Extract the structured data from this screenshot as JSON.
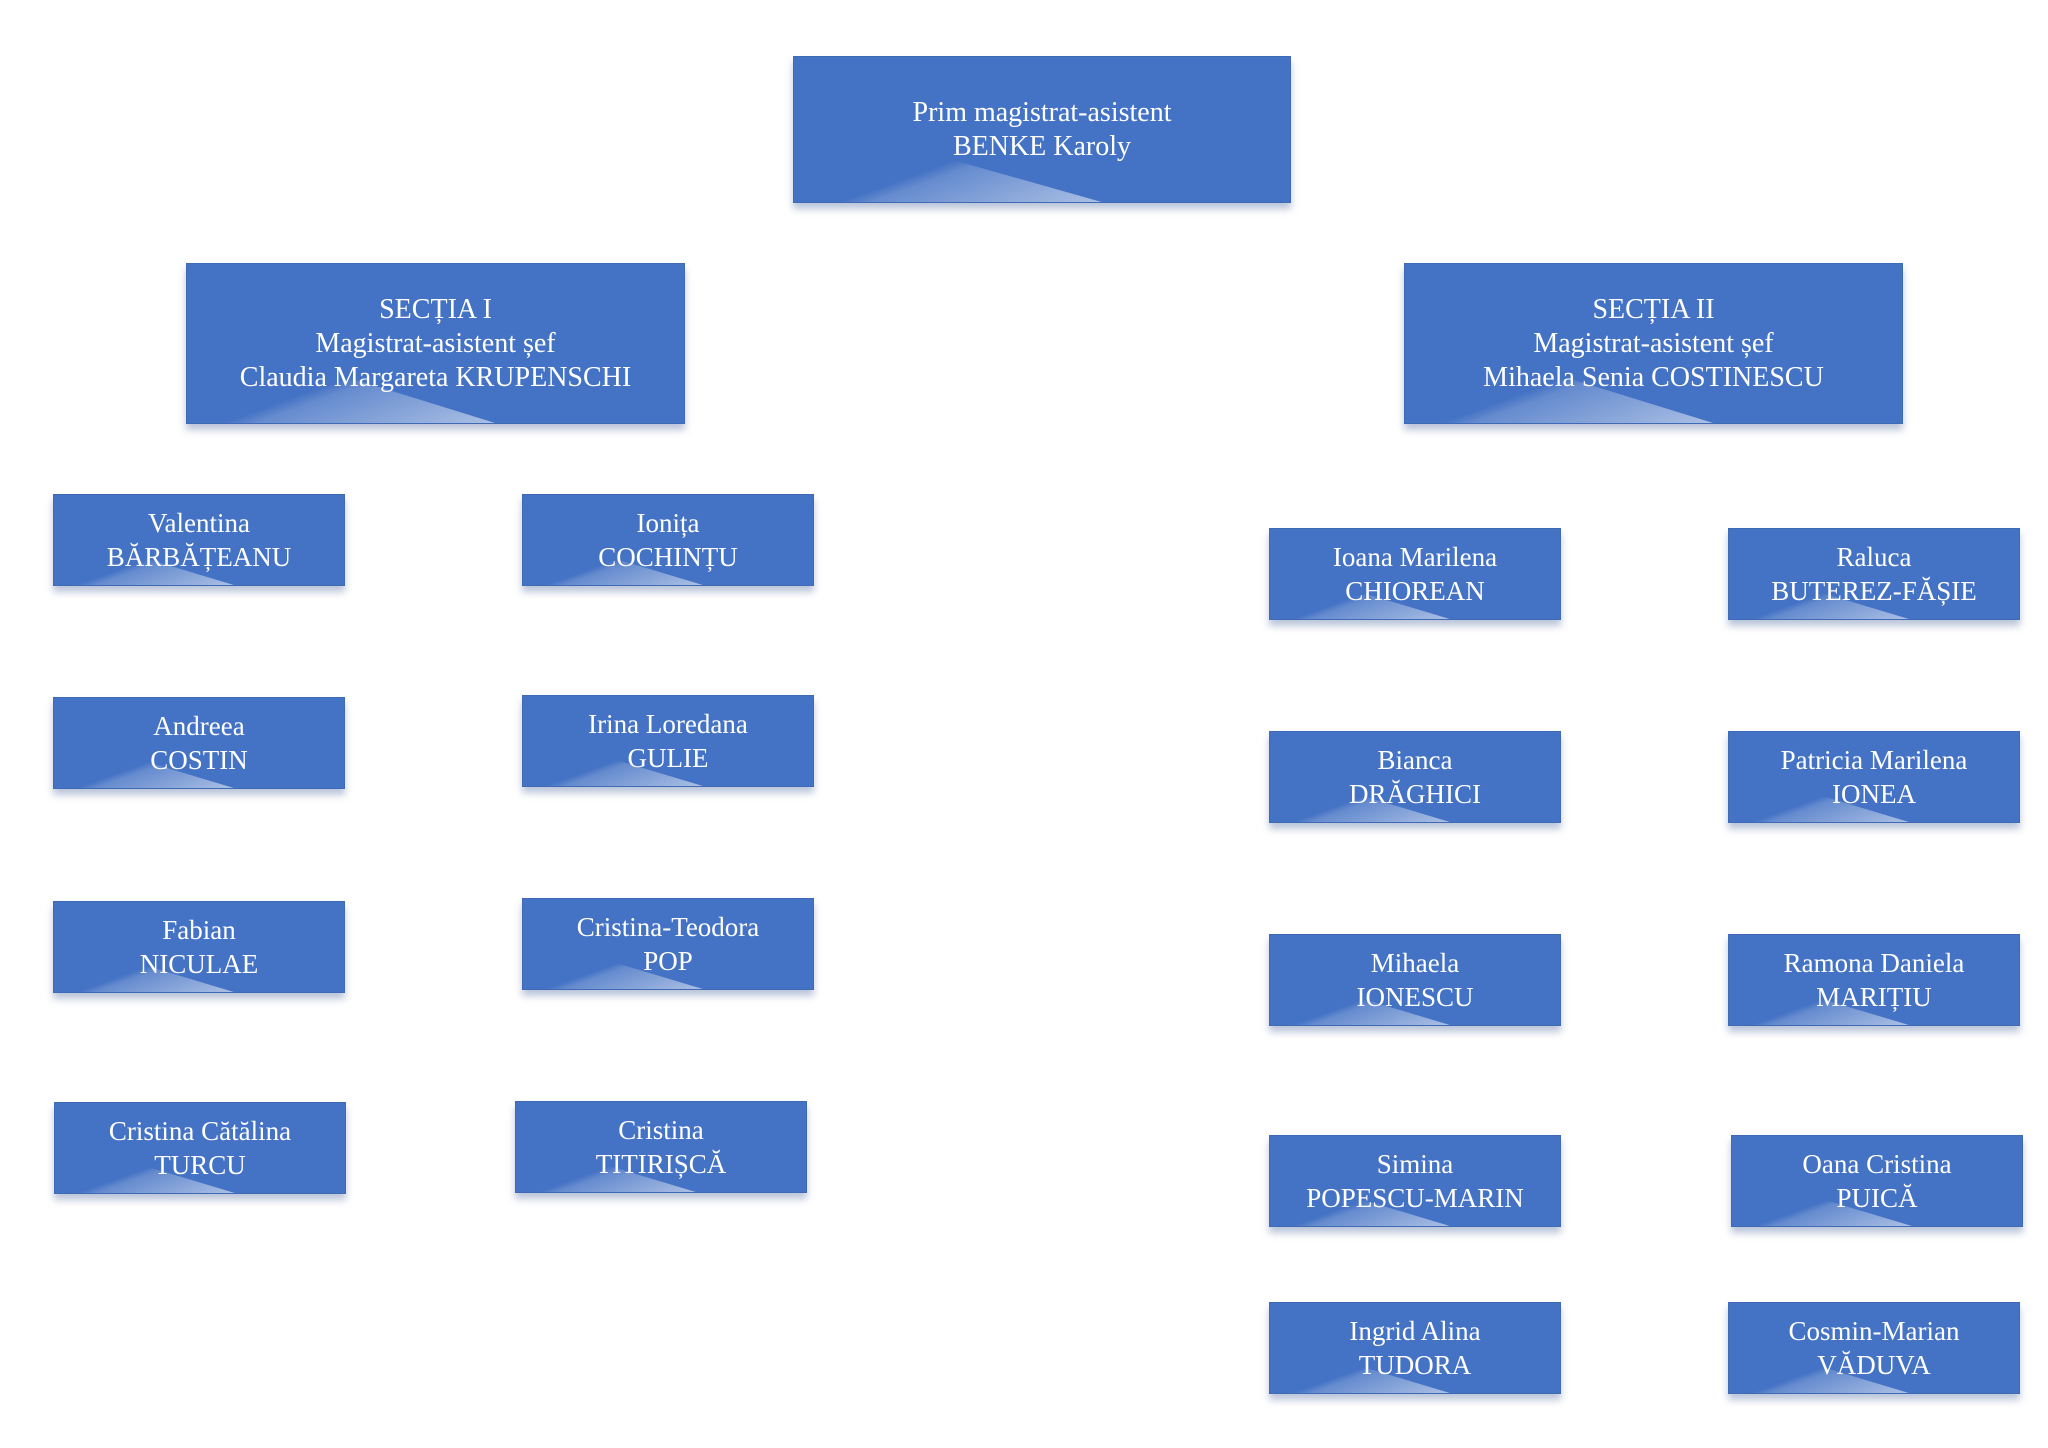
{
  "chart": {
    "root": {
      "line1": "Prim magistrat-asistent",
      "line2": "BENKE Karoly"
    },
    "sections": [
      {
        "line1": "SECȚIA I",
        "line2": "Magistrat-asistent șef",
        "line3": "Claudia Margareta KRUPENSCHI",
        "members": [
          {
            "first": "Valentina",
            "last": "BĂRBĂȚEANU"
          },
          {
            "first": "Ionița",
            "last": "COCHINȚU"
          },
          {
            "first": "Andreea",
            "last": "COSTIN"
          },
          {
            "first": "Irina Loredana",
            "last": "GULIE"
          },
          {
            "first": "Fabian",
            "last": "NICULAE"
          },
          {
            "first": "Cristina-Teodora",
            "last": "POP"
          },
          {
            "first": "Cristina Cătălina",
            "last": "TURCU"
          },
          {
            "first": "Cristina",
            "last": "TITIRIȘCĂ"
          }
        ]
      },
      {
        "line1": "SECȚIA II",
        "line2": "Magistrat-asistent șef",
        "line3": "Mihaela Senia COSTINESCU",
        "members": [
          {
            "first": "Ioana Marilena",
            "last": "CHIOREAN"
          },
          {
            "first": "Raluca",
            "last": "BUTEREZ-FĂȘIE"
          },
          {
            "first": "Bianca",
            "last": "DRĂGHICI"
          },
          {
            "first": "Patricia Marilena",
            "last": "IONEA"
          },
          {
            "first": "Mihaela",
            "last": "IONESCU"
          },
          {
            "first": "Ramona Daniela",
            "last": "MARIȚIU"
          },
          {
            "first": "Simina",
            "last": "POPESCU-MARIN"
          },
          {
            "first": "Oana Cristina",
            "last": "PUICĂ"
          },
          {
            "first": "Ingrid Alina",
            "last": "TUDORA"
          },
          {
            "first": "Cosmin-Marian",
            "last": "VĂDUVA"
          }
        ]
      }
    ],
    "colors": {
      "box_fill": "#4472c4",
      "text": "#ffffff"
    }
  }
}
